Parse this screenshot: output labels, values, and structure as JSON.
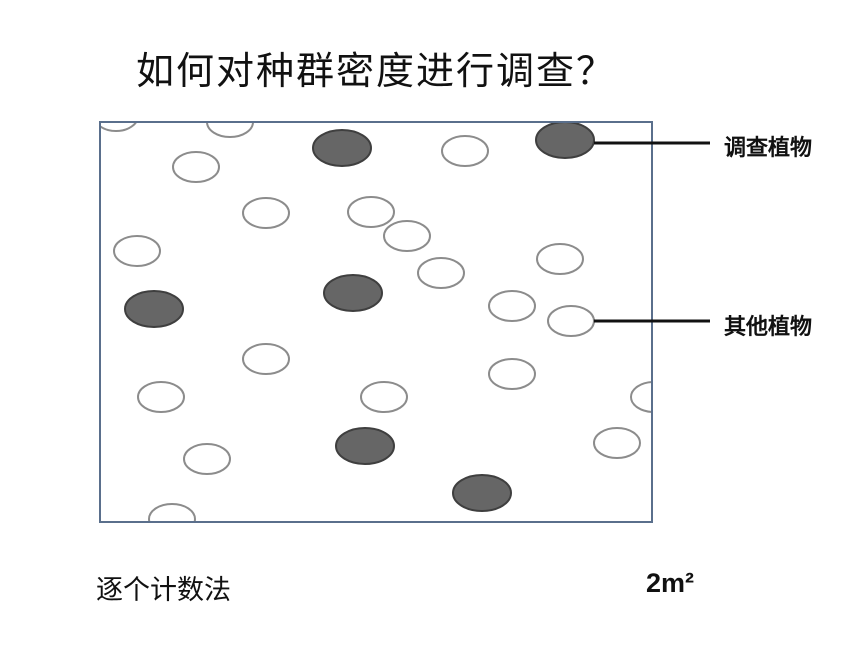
{
  "title": "如何对种群密度进行调查？",
  "labels": {
    "target_plant": "调查植物",
    "other_plant": "其他植物"
  },
  "method": "逐个计数法",
  "area": "2m²",
  "colors": {
    "frame": "#5a6f8c",
    "target_fill": "#666666",
    "target_stroke": "#3f3f3f",
    "other_fill": "#ffffff",
    "other_stroke": "#8c8c8c"
  }
}
